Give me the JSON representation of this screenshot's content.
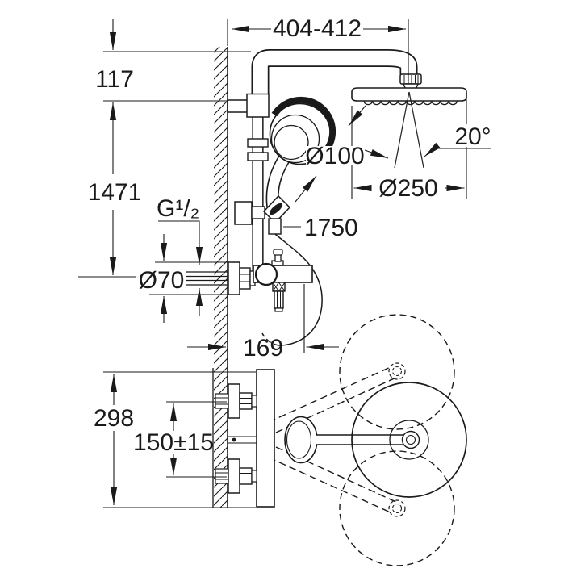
{
  "drawing": {
    "type": "technical-dimension-drawing",
    "subject": "wall-mounted shower system with thermostat, head shower and hand shower",
    "colors": {
      "line": "#1a1a1a",
      "background": "#ffffff"
    },
    "labels": {
      "arm_projection": "404-412",
      "head_offset": "117",
      "riser_height": "1471",
      "thread_size": "G¹/₂",
      "hand_shower_diameter": "Ø100",
      "hose_length": "1750",
      "escutcheon_diameter": "Ø70",
      "spray_angle": "20°",
      "head_diameter": "Ø250",
      "valve_projection": "169",
      "valve_width": "298",
      "inlet_spacing": "150±15"
    }
  }
}
